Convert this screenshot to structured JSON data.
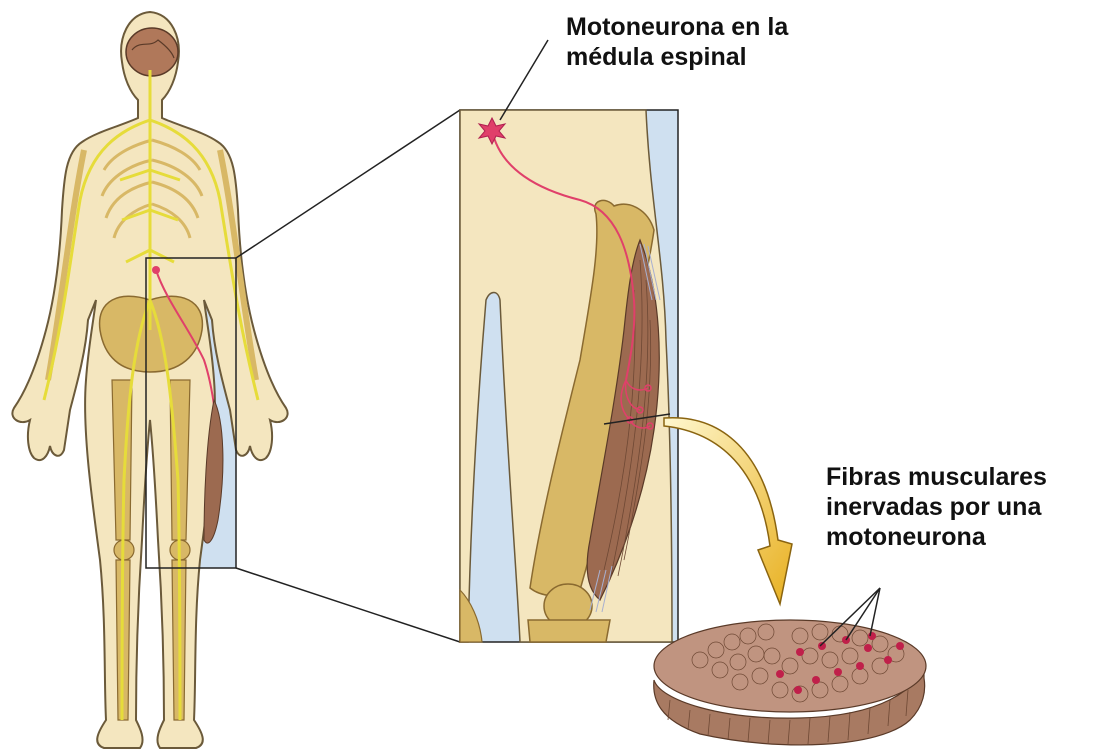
{
  "labels": {
    "motoneuron_line1": "Motoneurona en la",
    "motoneuron_line2": "médula espinal",
    "fibers_line1": "Fibras musculares",
    "fibers_line2": "inervadas por una",
    "fibers_line3": "motoneurona"
  },
  "colors": {
    "skin": "#f4e6bf",
    "skin_outline": "#6b5a3a",
    "bone": "#d8b866",
    "nerve": "#e6dc3a",
    "motor_neuron": "#e0406a",
    "muscle": "#9c6a50",
    "background_blue": "#cfe0f0",
    "tissue": "#b08a78"
  }
}
